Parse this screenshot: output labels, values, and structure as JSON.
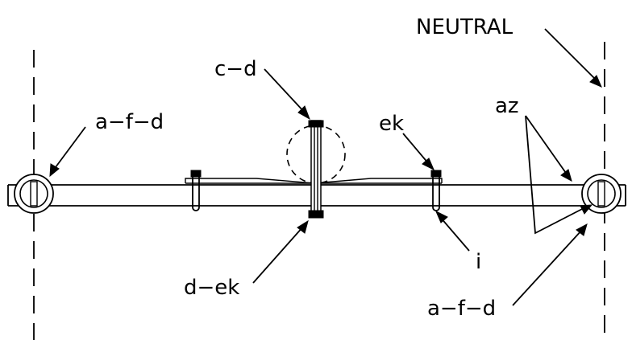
{
  "labels": {
    "neutral": "NEUTRAL",
    "c_d": "c−d",
    "a_f_d_left": "a−f−d",
    "ek": "ek",
    "az": "az",
    "i": "i",
    "d_ek": "d−ek",
    "a_f_d_right": "a−f−d"
  }
}
